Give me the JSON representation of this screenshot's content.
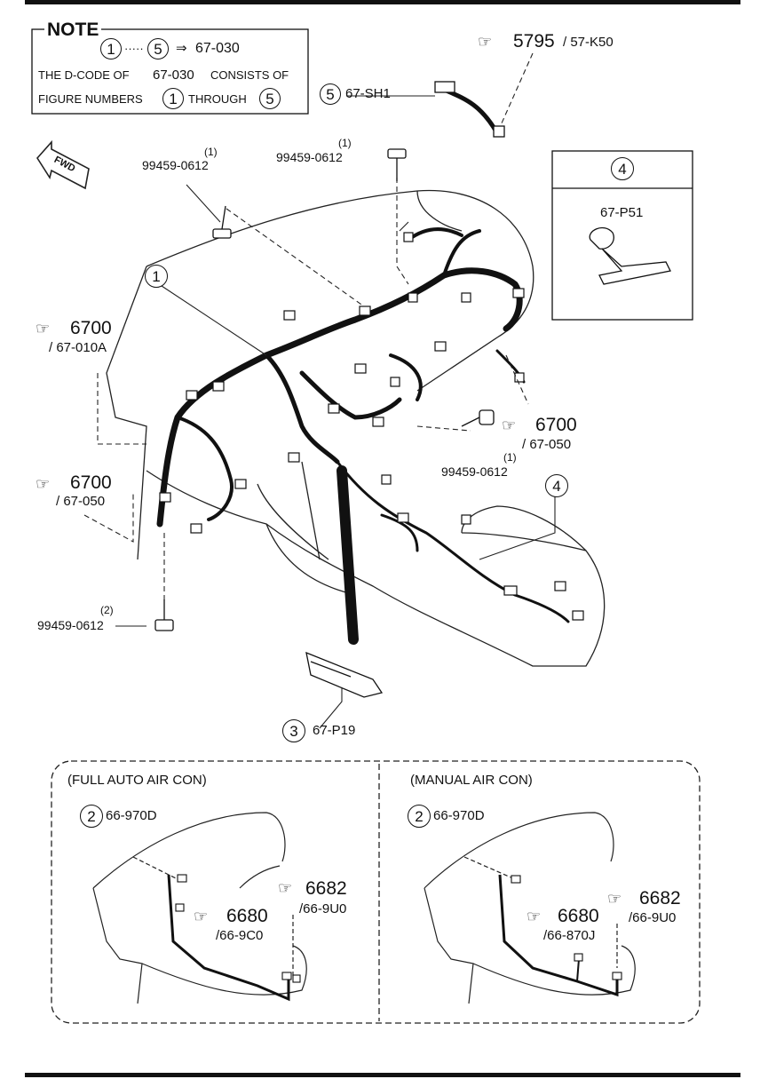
{
  "note": {
    "title": "NOTE",
    "range_from": "1",
    "range_sep": "·····",
    "range_to": "5",
    "arrow": "⇒",
    "code": "67-030",
    "line2_a": "THE D-CODE OF",
    "line2_code": "67-030",
    "line2_b": "CONSISTS OF",
    "line3_a": "FIGURE NUMBERS",
    "line3_n1": "1",
    "line3_mid": "THROUGH",
    "line3_n2": "5"
  },
  "refs": {
    "ref_5795": {
      "num": "5795",
      "sub": "/ 57-K50"
    },
    "ref_6700_a": {
      "num": "6700",
      "sub": "/ 67-010A"
    },
    "ref_6700_b": {
      "num": "6700",
      "sub": "/ 67-050"
    },
    "ref_6700_c": {
      "num": "6700",
      "sub": "/ 67-050"
    }
  },
  "parts": {
    "part5": {
      "circle": "5",
      "label": "67-SH1"
    },
    "part4": {
      "circle": "4",
      "label": "67-P51"
    },
    "part4_callout": {
      "circle": "4"
    },
    "part1": {
      "circle": "1"
    },
    "part3": {
      "circle": "3",
      "label": "67-P19"
    }
  },
  "bolts": [
    {
      "qty": "(1)",
      "code": "99459-0612"
    },
    {
      "qty": "(1)",
      "code": "99459-0612"
    },
    {
      "qty": "(1)",
      "code": "99459-0612"
    },
    {
      "qty": "(2)",
      "code": "99459-0612"
    }
  ],
  "fwd": "FWD",
  "variants": {
    "left": {
      "title": "(FULL AUTO AIR CON)",
      "part_circle": "2",
      "part_label": "66-970D",
      "ref_a": {
        "num": "6682",
        "sub": "/66-9U0"
      },
      "ref_b": {
        "num": "6680",
        "sub": "/66-9C0"
      }
    },
    "right": {
      "title": "(MANUAL AIR CON)",
      "part_circle": "2",
      "part_label": "66-970D",
      "ref_a": {
        "num": "6682",
        "sub": "/66-9U0"
      },
      "ref_b": {
        "num": "6680",
        "sub": "/66-870J"
      }
    }
  }
}
